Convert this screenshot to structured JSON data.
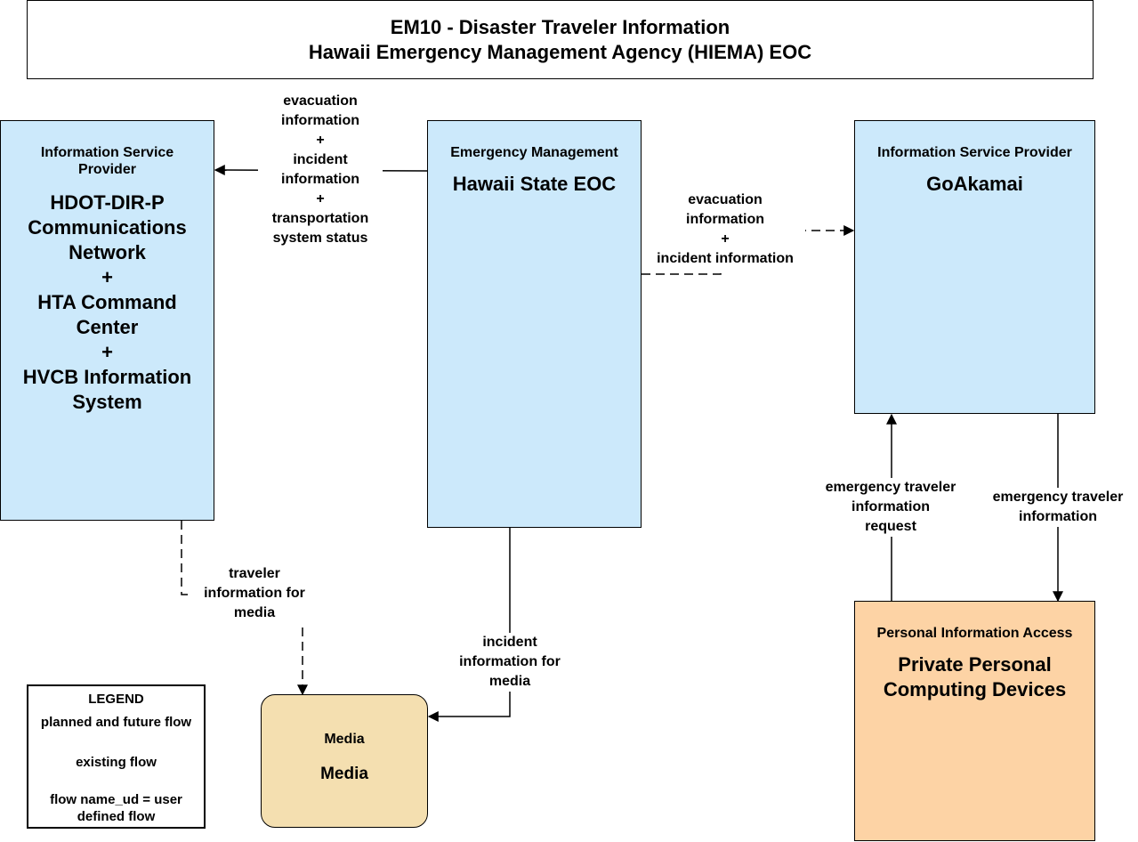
{
  "title": {
    "line1": "EM10 - Disaster Traveler Information",
    "line2": "Hawaii Emergency Management Agency (HIEMA) EOC"
  },
  "nodes": {
    "isp_left": {
      "category_line1": "Information Service",
      "category_line2": "Provider",
      "name_lines": [
        "HDOT-DIR-P",
        "Communications",
        "Network",
        "+",
        "HTA Command",
        "Center",
        "+",
        "HVCB Information",
        "System"
      ]
    },
    "em": {
      "category": "Emergency Management",
      "name": "Hawaii State EOC"
    },
    "isp_right": {
      "category": "Information Service Provider",
      "name": "GoAkamai"
    },
    "pia": {
      "category": "Personal Information Access",
      "name_line1": "Private Personal",
      "name_line2": "Computing Devices"
    },
    "media": {
      "category": "Media",
      "name": "Media"
    }
  },
  "flows": {
    "em_to_isp_left": [
      "evacuation",
      "information",
      "+",
      "incident",
      "information",
      "+",
      "transportation",
      "system status"
    ],
    "em_to_goakamai": [
      "evacuation",
      "information",
      "+",
      "incident information"
    ],
    "isp_left_to_media": [
      "traveler",
      "information for",
      "media"
    ],
    "em_to_media": [
      "incident",
      "information for",
      "media"
    ],
    "pia_to_goakamai": [
      "emergency traveler",
      "information",
      "request"
    ],
    "goakamai_to_pia": [
      "emergency traveler",
      "information"
    ]
  },
  "legend": {
    "title": "LEGEND",
    "planned": "planned and future flow",
    "existing": "existing flow",
    "user_defined_line1": "flow name_ud = user",
    "user_defined_line2": "defined flow"
  },
  "colors": {
    "subsystem_blue": "#cce9fb",
    "terminator_orange": "#fdd3a5",
    "media_tan": "#f4dfb0"
  }
}
